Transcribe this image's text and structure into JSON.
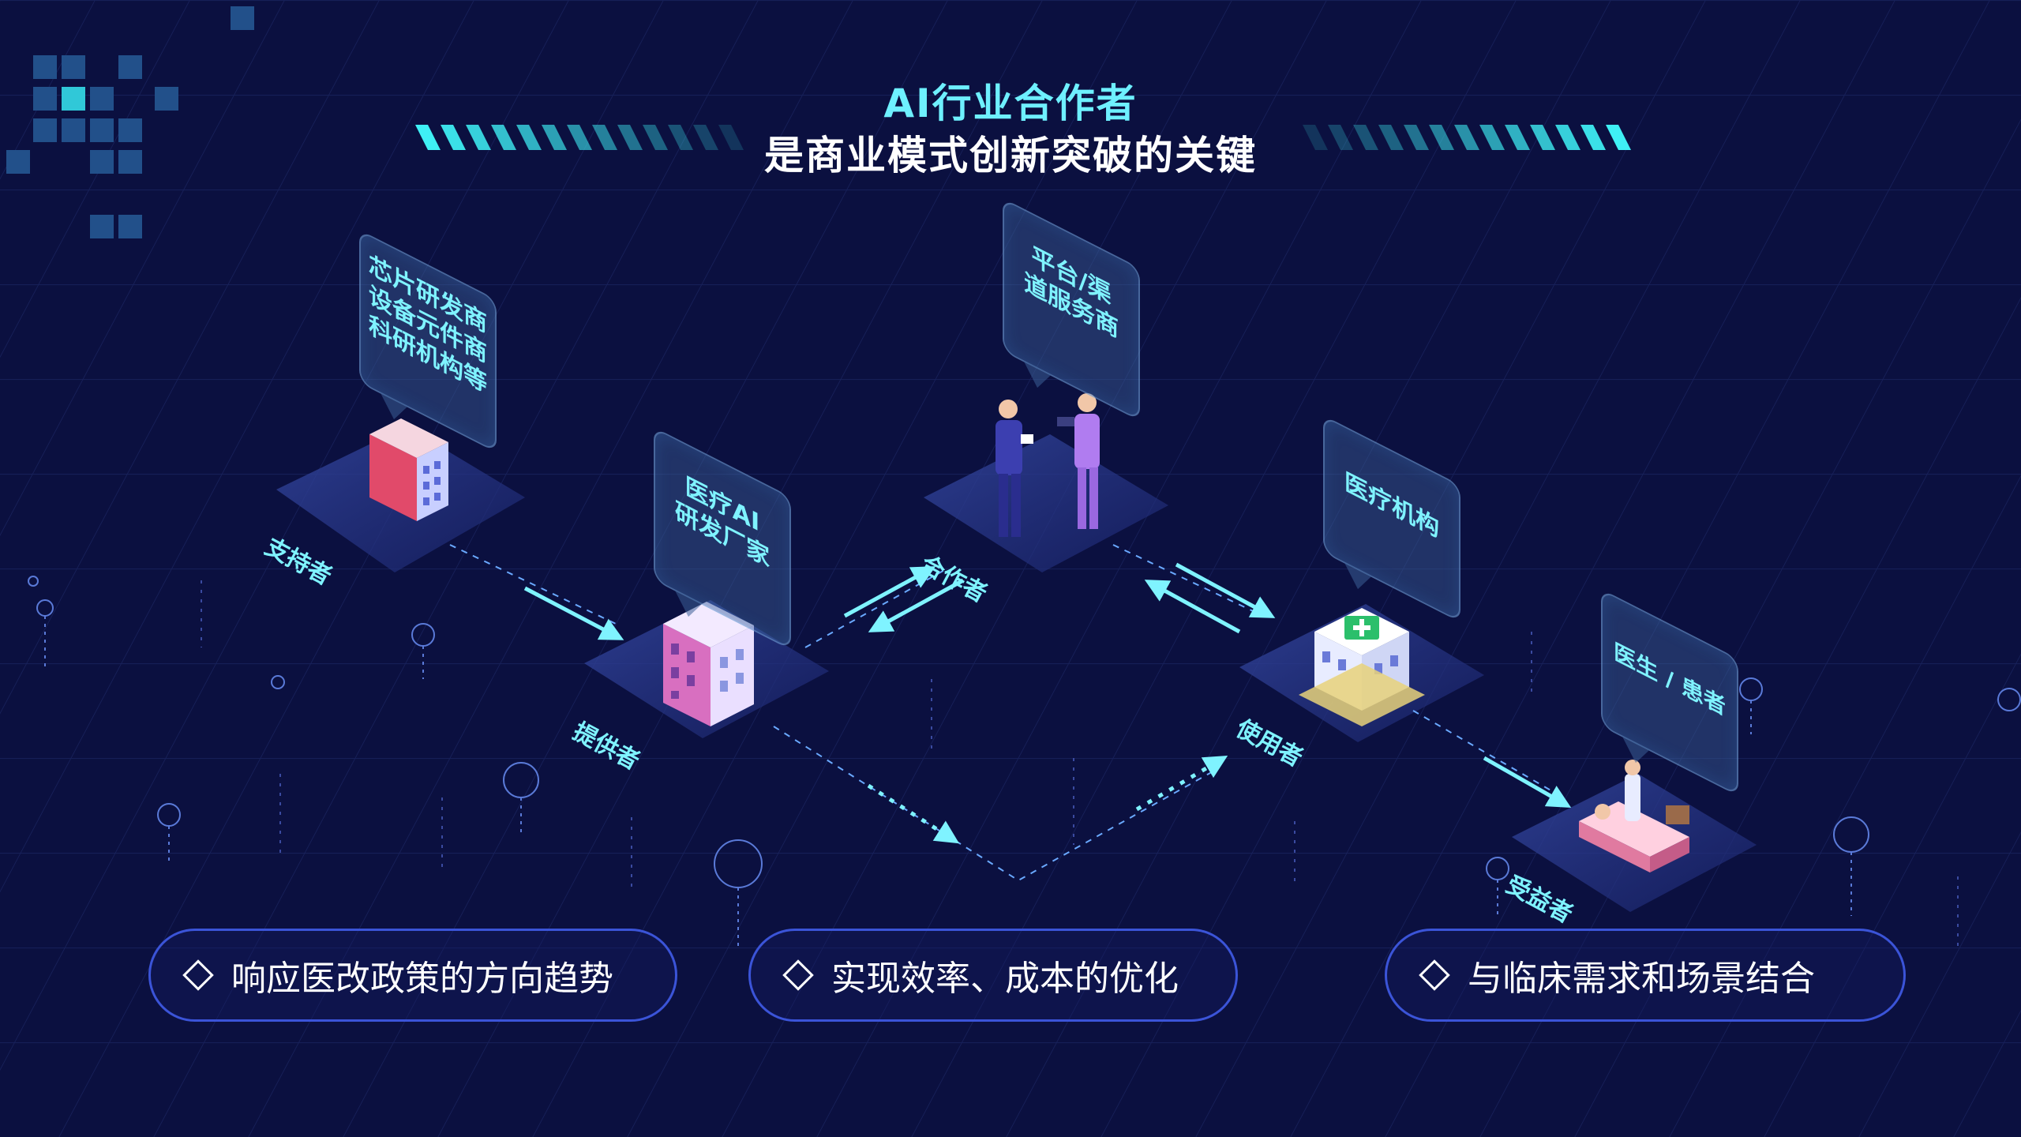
{
  "title": {
    "line1": "AI行业合作者",
    "line2": "是商业模式创新突破的关键"
  },
  "nodes": [
    {
      "id": "supporter",
      "role": "支持者",
      "bubble": "芯片研发商\n设备元件商\n科研机构等",
      "icon": "building-icon"
    },
    {
      "id": "provider",
      "role": "提供者",
      "bubble": "医疗AI\n研发厂家",
      "icon": "office-building-icon"
    },
    {
      "id": "partner",
      "role": "合作者",
      "bubble": "平台/渠\n道服务商",
      "icon": "business-people-icon"
    },
    {
      "id": "user",
      "role": "使用者",
      "bubble": "医疗机构",
      "icon": "hospital-icon"
    },
    {
      "id": "beneficiary",
      "role": "受益者",
      "bubble": "医生 / 患者",
      "icon": "patient-bed-icon"
    }
  ],
  "pills": [
    {
      "text": "响应医改政策的方向趋势"
    },
    {
      "text": "实现效率、成本的优化"
    },
    {
      "text": "与临床需求和场景结合"
    }
  ],
  "colors": {
    "background": "#0b1040",
    "accent_cyan": "#6ef0ff",
    "label_cyan": "#7ff3ff",
    "pill_border": "#3b54d8",
    "platform": "#2a3a8e"
  }
}
